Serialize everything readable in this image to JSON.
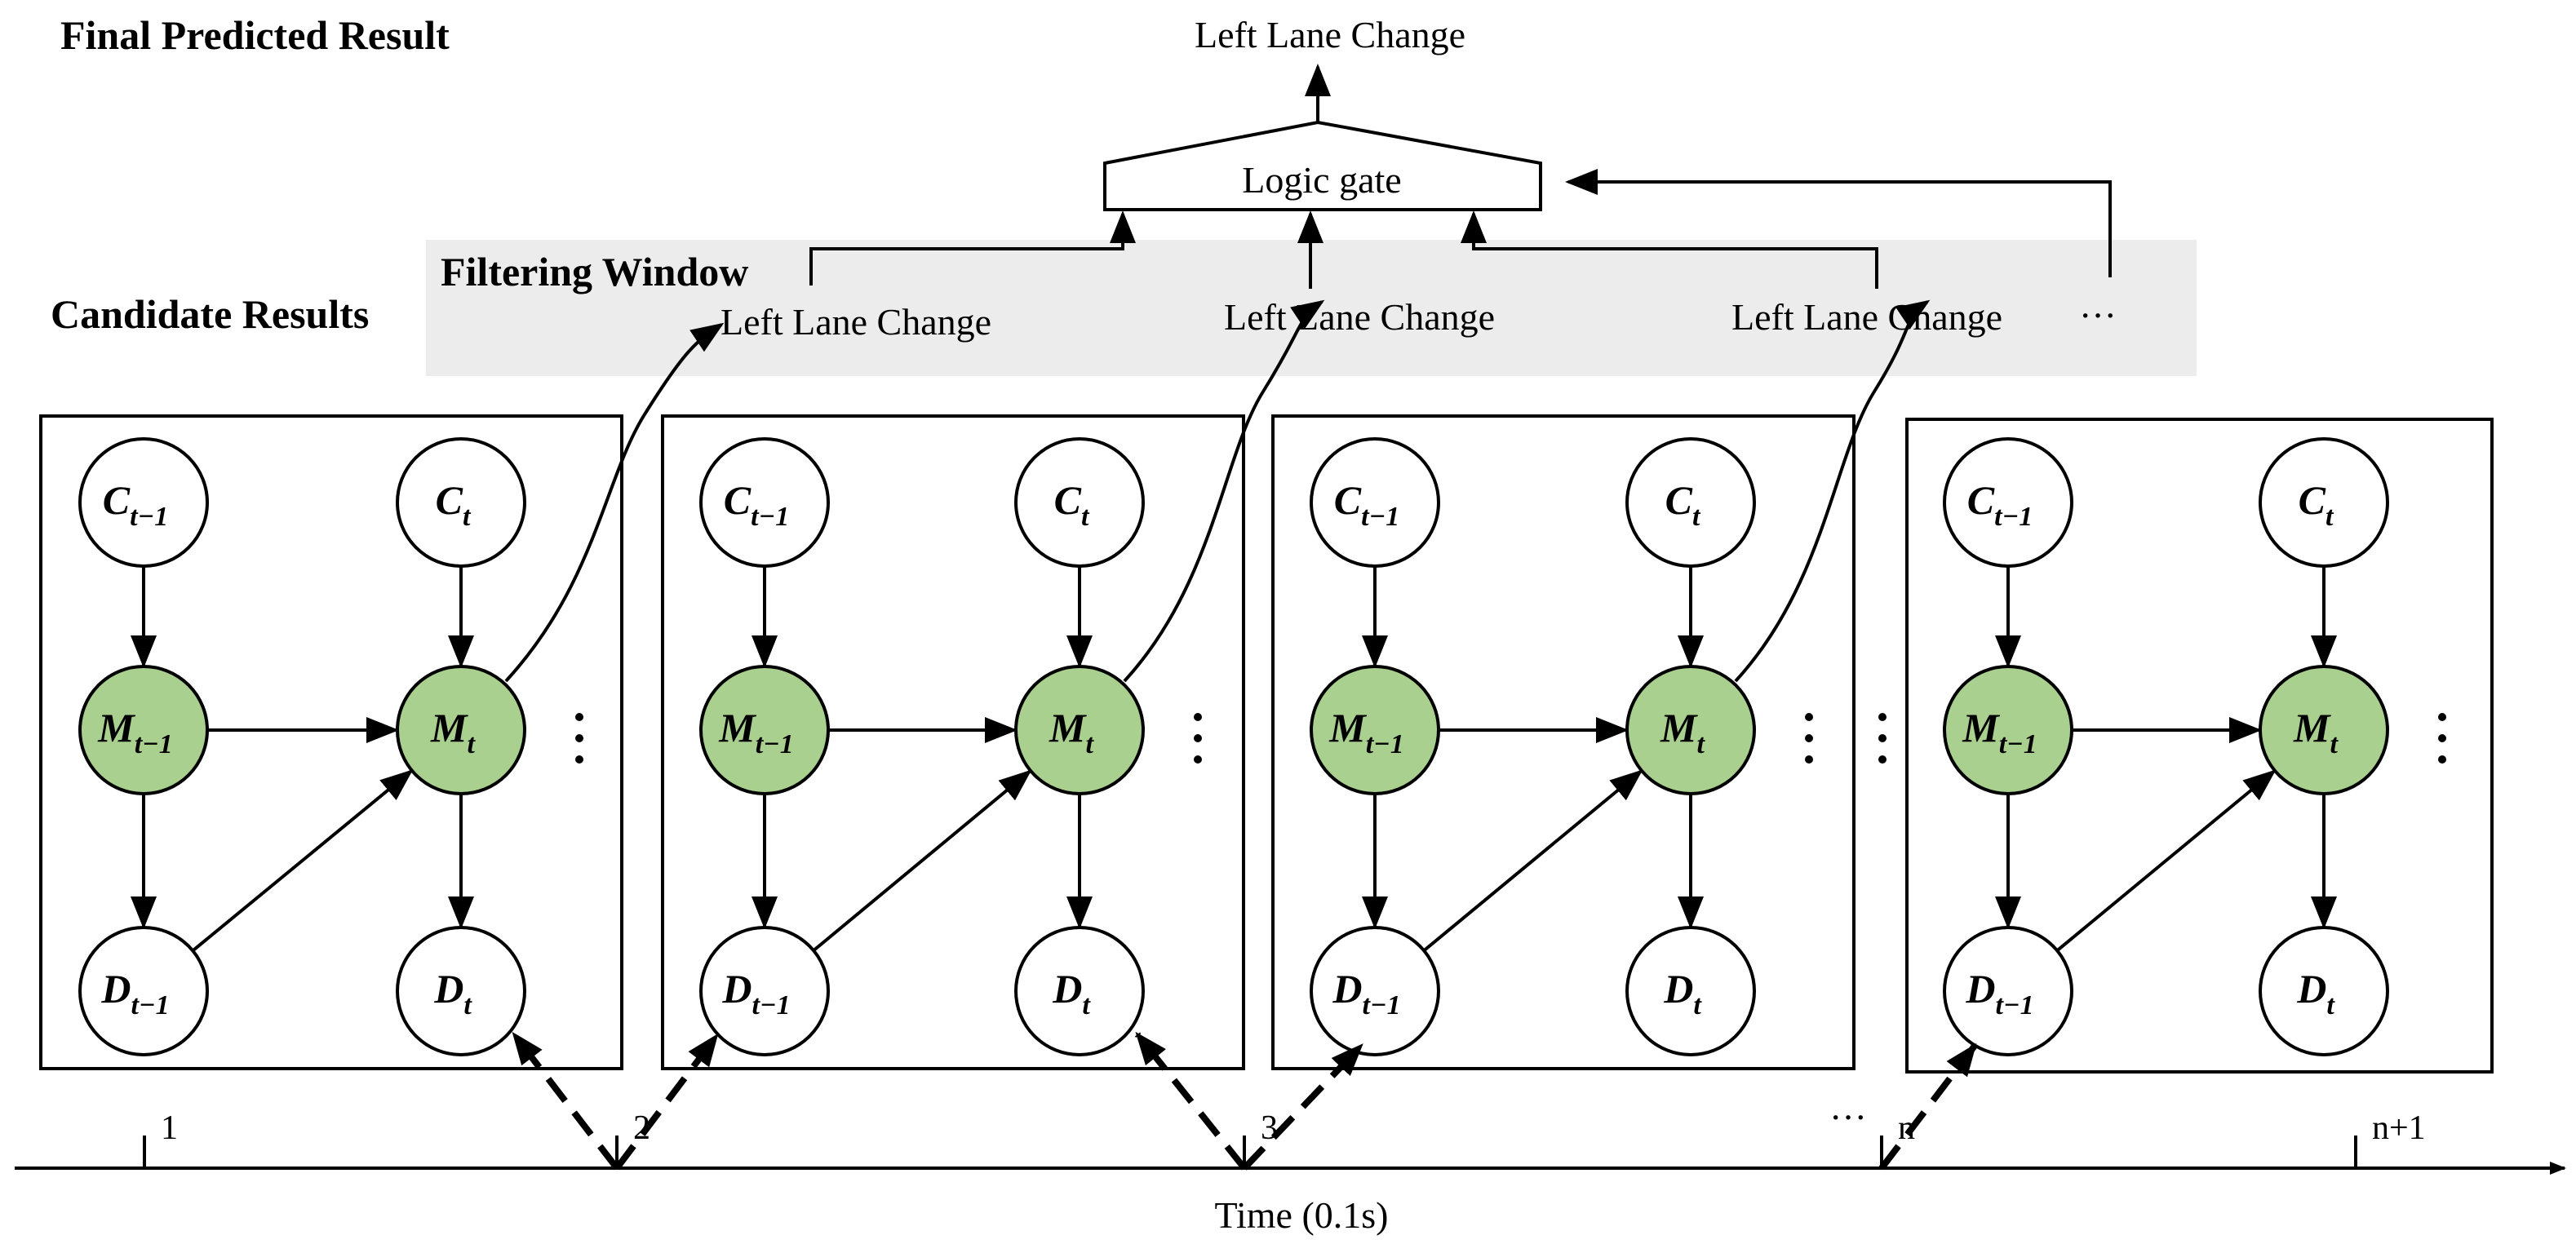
{
  "headings": {
    "final": "Final Predicted Result",
    "filtering": "Filtering Window",
    "candidates": "Candidate Results"
  },
  "final_result": "Left Lane Change",
  "gate": "Logic gate",
  "candidates": [
    "Left Lane Change",
    "Left Lane Change",
    "Left Lane Change"
  ],
  "ellipsis": "···",
  "node_labels": {
    "c_prev": {
      "main": "C",
      "sub": "t−1"
    },
    "c_cur": {
      "main": "C",
      "sub": "t"
    },
    "m_prev": {
      "main": "M",
      "sub": "t−1"
    },
    "m_cur": {
      "main": "M",
      "sub": "t"
    },
    "d_prev": {
      "main": "D",
      "sub": "t−1"
    },
    "d_cur": {
      "main": "D",
      "sub": "t"
    }
  },
  "timeline": {
    "ticks": [
      "1",
      "2",
      "3",
      "n",
      "n+1"
    ],
    "axis_label": "Time (0.1s)"
  },
  "colors": {
    "observed_node": "#ffffff",
    "hidden_node": "#a9d08e",
    "window_band": "#ececec"
  }
}
